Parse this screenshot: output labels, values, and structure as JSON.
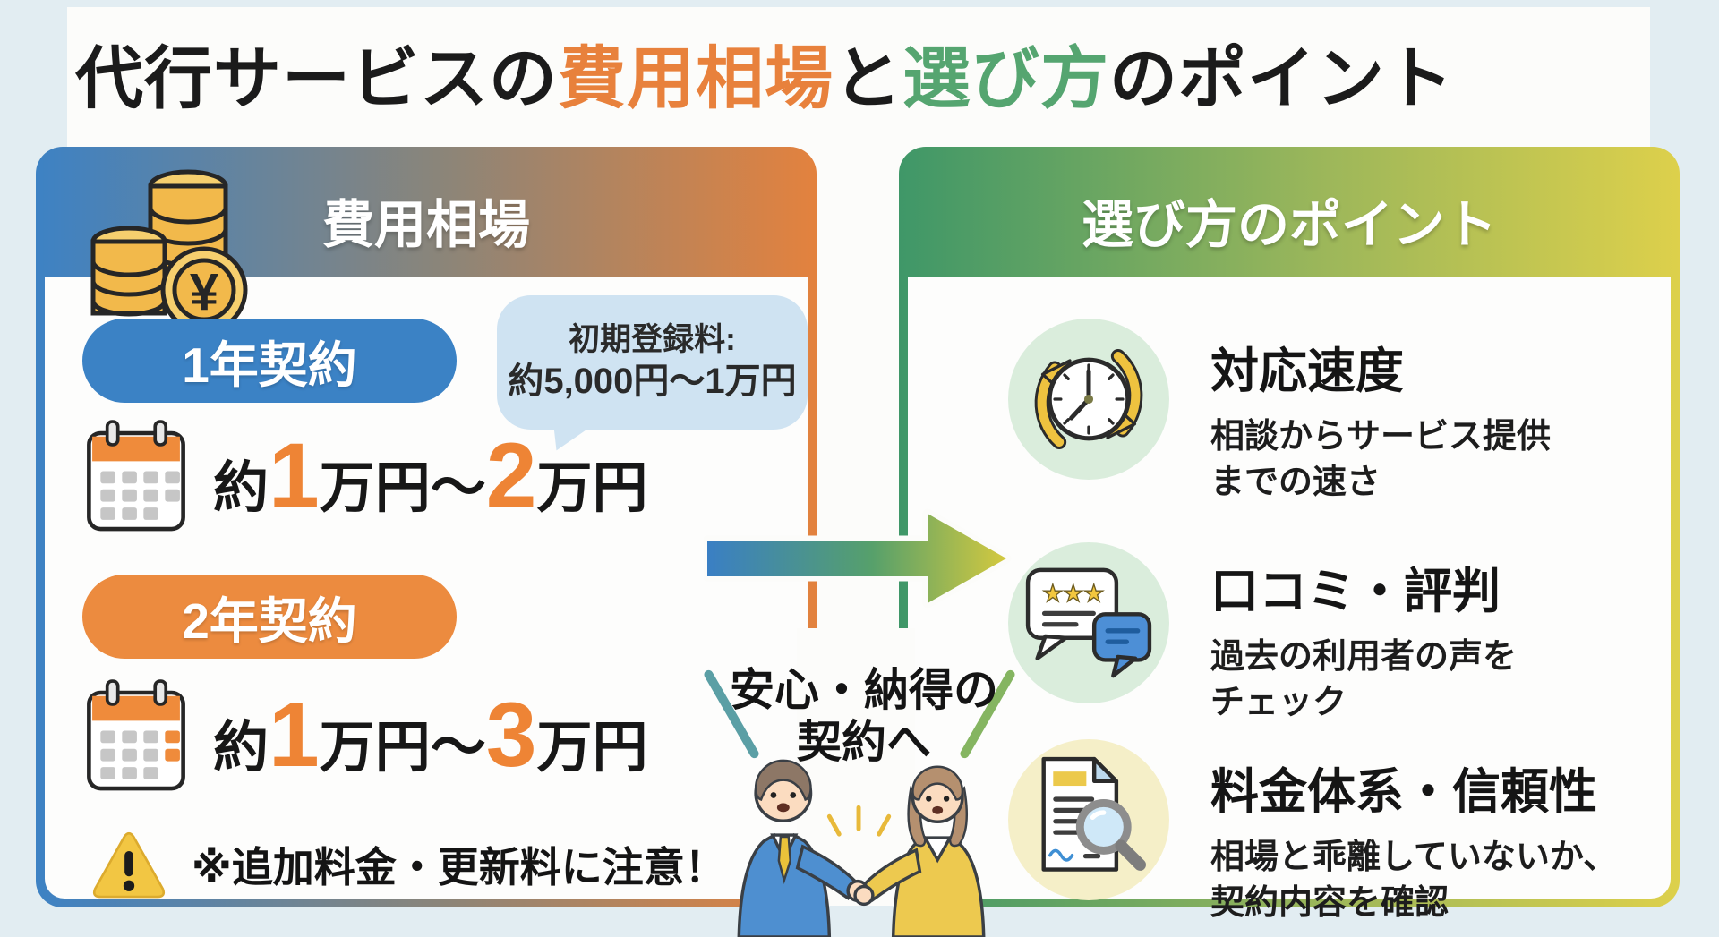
{
  "title": {
    "seg1": "代行サービスの",
    "seg2": "費用相場",
    "seg3": "と",
    "seg4": "選び方",
    "seg5": "のポイント"
  },
  "left_panel": {
    "header": "費用相場",
    "bubble": {
      "line1": "初期登録料:",
      "line2": "約5,000円〜1万円"
    },
    "contract1": {
      "label": "1年契約",
      "prefix": "約",
      "num1": "1",
      "unit1": "万円〜",
      "num2": "2",
      "unit2": "万円"
    },
    "contract2": {
      "label": "2年契約",
      "prefix": "約",
      "num1": "1",
      "unit1": "万円〜",
      "num2": "3",
      "unit2": "万円"
    },
    "warning": "※追加料金・更新料に注意！"
  },
  "middle": {
    "line1": "安心・納得の",
    "line2": "契約へ"
  },
  "right_panel": {
    "header": "選び方のポイント",
    "points": [
      {
        "icon": "clock-speed-icon",
        "title": "対応速度",
        "desc1": "相談からサービス提供",
        "desc2": "までの速さ"
      },
      {
        "icon": "review-stars-chat-icon",
        "title": "口コミ・評判",
        "desc1": "過去の利用者の声を",
        "desc2": "チェック"
      },
      {
        "icon": "document-magnifier-icon",
        "title": "料金体系・信頼性",
        "desc1": "相場と乖離していないか、",
        "desc2": "契約内容を確認"
      }
    ]
  },
  "colors": {
    "background": "#e2edf2",
    "canvas": "#fcfcfa",
    "title_cost_highlight": "#e8813c",
    "title_choose_highlight": "#55a570",
    "left_header_gradient_start": "#3d82c4",
    "left_header_gradient_end": "#e3823e",
    "right_header_gradient_start": "#3f9768",
    "right_header_gradient_end": "#ddd04b",
    "pill_blue": "#3b82c5",
    "pill_orange": "#ec8b3f",
    "price_digit_orange": "#ee8435",
    "bubble_bg": "#cfe3f2",
    "circle_green": "#daeddc",
    "circle_yellow": "#f5efc8",
    "arrow_gradient": [
      "#3a7fc4",
      "#56a06b",
      "#d4c93f"
    ],
    "warning_yellow": "#f2c643"
  }
}
